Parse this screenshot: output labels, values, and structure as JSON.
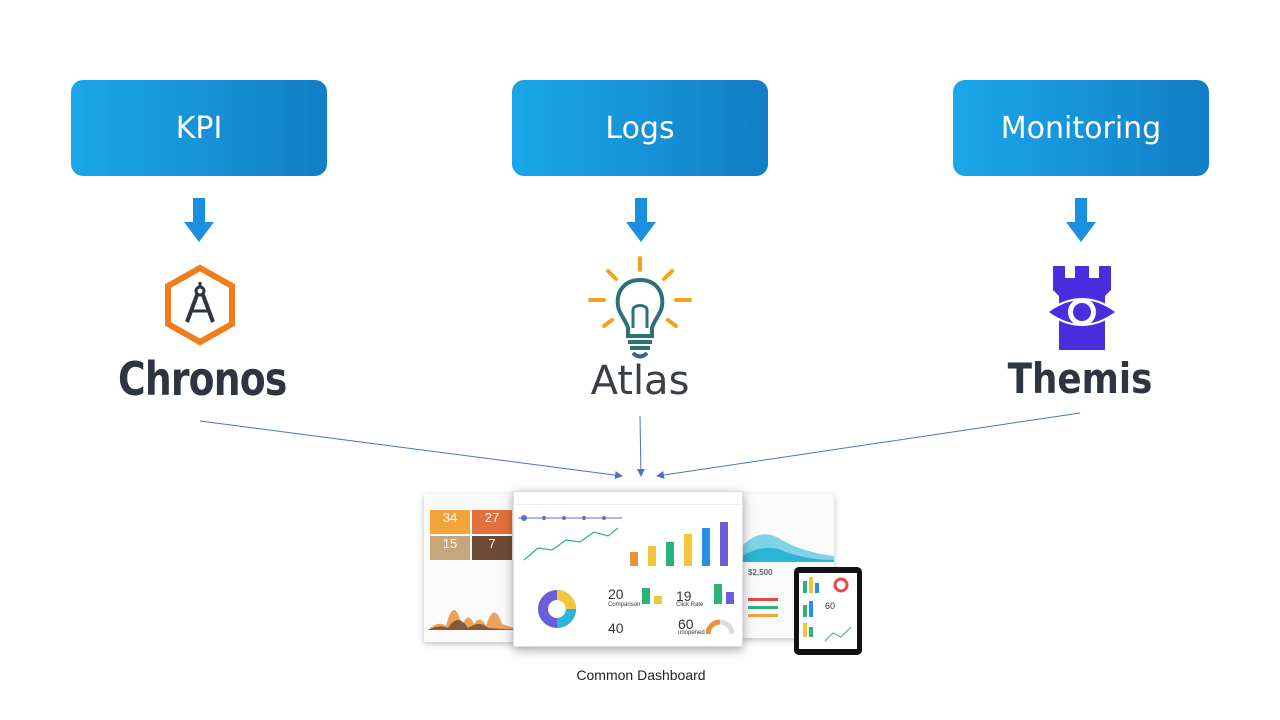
{
  "sources": [
    {
      "label": "KPI"
    },
    {
      "label": "Logs"
    },
    {
      "label": "Monitoring"
    }
  ],
  "tools": [
    {
      "name": "Chronos",
      "icon": "compass-hexagon-icon"
    },
    {
      "name": "Atlas",
      "icon": "lightbulb-icon"
    },
    {
      "name": "Themis",
      "icon": "tower-eye-icon"
    }
  ],
  "dashboard": {
    "caption": "Common Dashboard",
    "tiles": [
      "34",
      "27",
      "15",
      "7"
    ],
    "stats": {
      "comparison_value": "20",
      "comparison_label": "Comparison",
      "click_value": "19",
      "click_label": "Click Rate",
      "value_40": "40",
      "unopened_value": "60",
      "unopened_label": "unopened",
      "amount": "$2,500"
    },
    "tablet_value": "60"
  },
  "colors": {
    "box_start": "#1aa7ea",
    "box_end": "#127ec6",
    "arrow": "#1b8ee0",
    "connector": "#4a72c4",
    "chronos_orange": "#f07c1a",
    "atlas_orange": "#f4a21c",
    "atlas_teal": "#2e6f7b",
    "themis_purple": "#4b2de0"
  }
}
